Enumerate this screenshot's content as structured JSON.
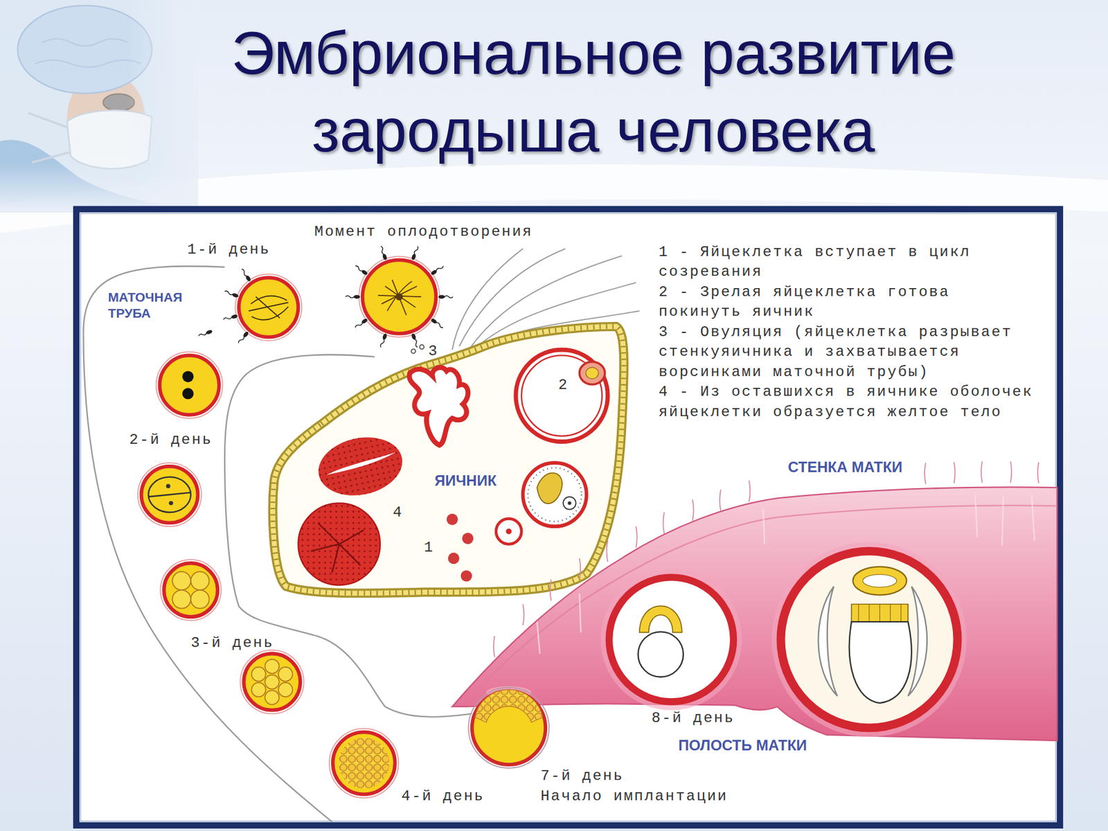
{
  "diagram": {
    "title": "Эмбриональное развитие зародыша человека",
    "labels": [
      "Момент оплодотворения",
      "1-й день",
      "МАТОЧНАЯ ТРУБА",
      "2-й день",
      "3-й день",
      "4-й день",
      "7-й день",
      "Начало имплантации",
      "8-й день",
      "ЯИЧНИК",
      "СТЕНКА МАТКИ",
      "ПОЛОСТЬ МАТКИ",
      "1",
      "2",
      "3",
      "4",
      "1 - Яйцеклетка вступает в цикл созревания",
      "2 - Зрелая яйцеклетка готова покинуть яичник",
      "3 - Овуляция (яйцеклетка разрывает стенкуяичника и захватывается ворсинками маточной трубы)",
      "4 - Из оставшихся в яичнике оболочек яйцеклетки образуется желтое тело"
    ]
  }
}
